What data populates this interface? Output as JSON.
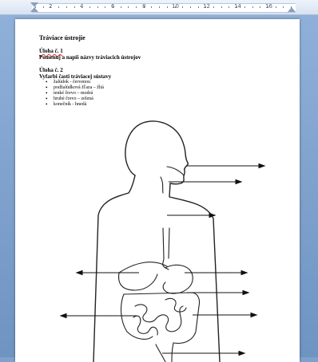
{
  "ruler": {
    "labels": [
      "2",
      "4",
      "6",
      "8",
      "10",
      "12",
      "14",
      "16"
    ]
  },
  "document": {
    "title": "Tráviace ústrojie",
    "task1": {
      "heading": "Úloha č. 1",
      "text": "Pomenuj a napíš názvy tráviacich ústrojov"
    },
    "task2": {
      "heading": "Úloha č. 2",
      "text": "Vyfarbi časti tráviacej sústavy",
      "items": [
        "žalúdok  - červenou",
        "podžalúdková žľaza – žltá",
        "tenké črevo – modrá",
        "hrubé črevo – zelená",
        "konečník - hnedá"
      ]
    }
  },
  "colors": {
    "ruler_bg": "#dde6f3",
    "backdrop": "#7fa2cc",
    "page": "#ffffff",
    "ink": "#000000"
  }
}
